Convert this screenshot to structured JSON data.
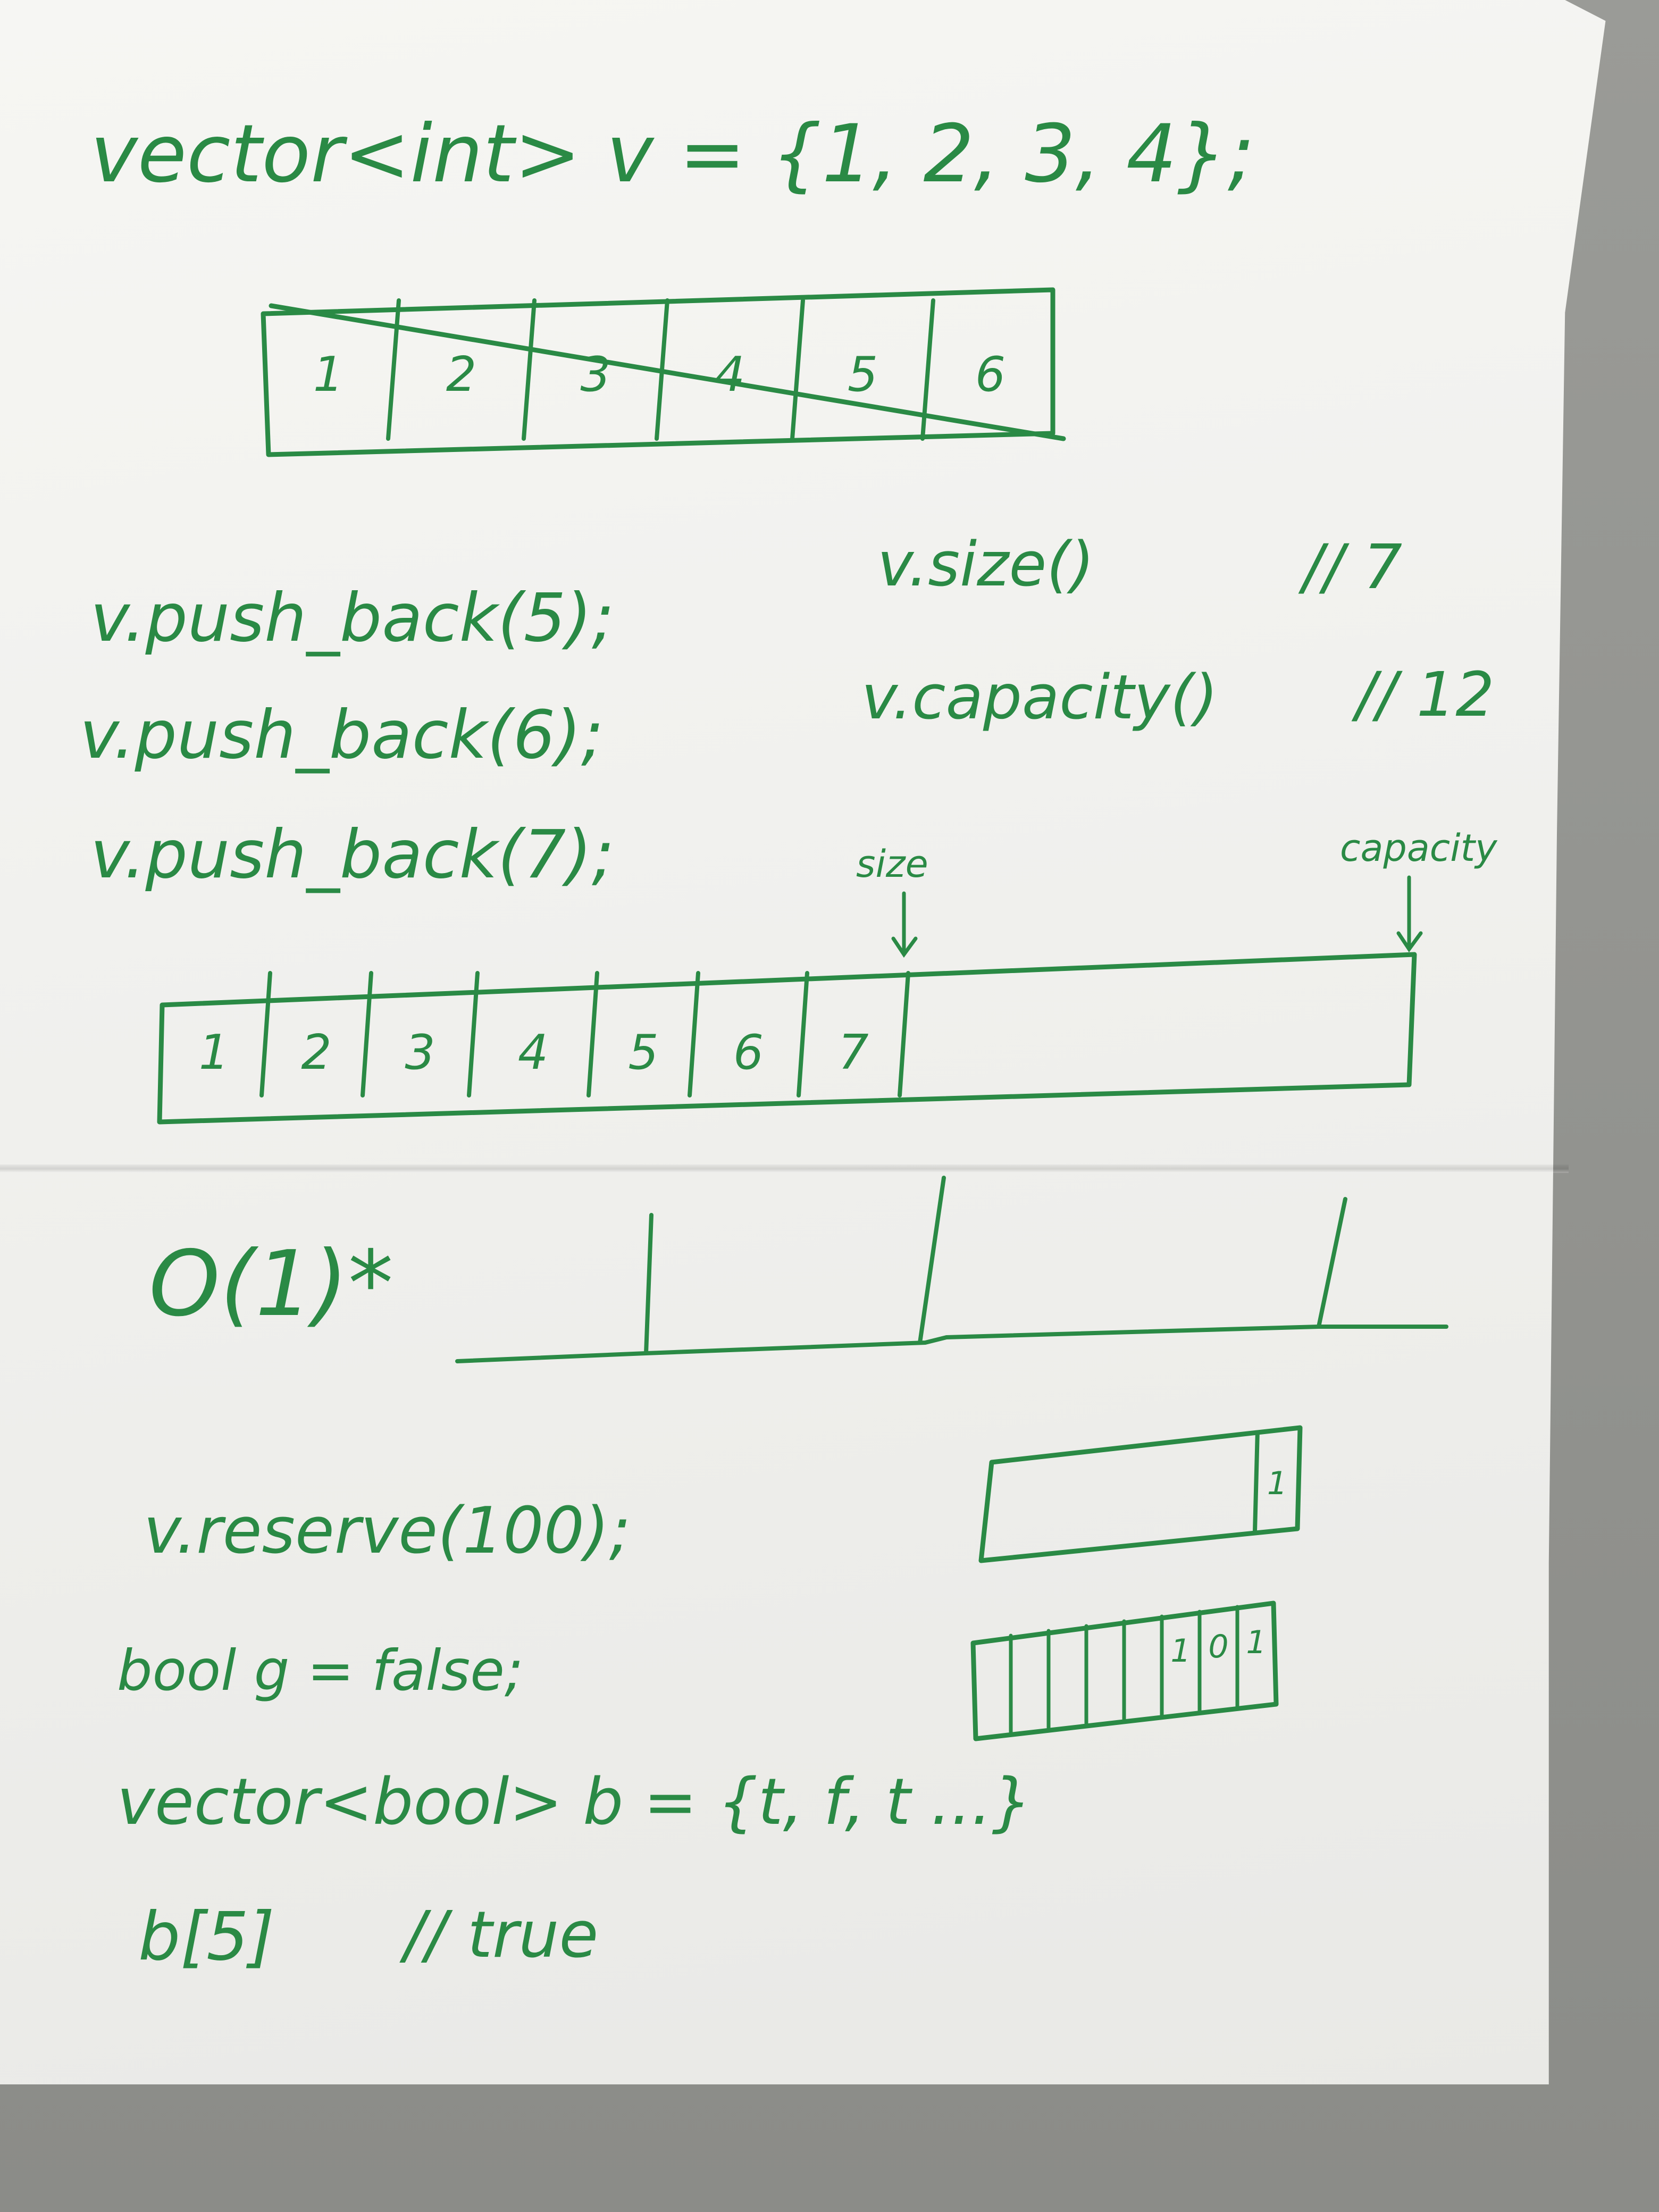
{
  "code": {
    "vector_decl": "vector<int> v = {1, 2, 3, 4};",
    "push_5": "v.push_back(5);",
    "push_6": "v.push_back(6);",
    "push_7": "v.push_back(7);",
    "size_call": "v.size()",
    "size_comment": "// 7",
    "capacity_call": "v.capacity()",
    "capacity_comment": "// 12",
    "complexity": "O(1)*",
    "reserve_call": "v.reserve(100);",
    "bool_decl": "bool g = false;",
    "vector_bool_decl": "vector<bool> b = {t, f, t ...}",
    "index_expr": "b[5]",
    "index_comment": "// true"
  },
  "array_old": {
    "cells": [
      "1",
      "2",
      "3",
      "4",
      "5",
      "6"
    ],
    "state": "crossed out"
  },
  "array_new": {
    "cells": [
      "1",
      "2",
      "3",
      "4",
      "5",
      "6",
      "7"
    ],
    "size_label": "size",
    "capacity_label": "capacity",
    "size": 7,
    "capacity": 12
  },
  "bool_box": {
    "cells": [
      "1"
    ]
  },
  "bit_array": {
    "cells": [
      "",
      "",
      "",
      "",
      "",
      "1",
      "0",
      "1"
    ]
  },
  "colors": {
    "ink": "#2a8a45",
    "paper": "#f2f2ef",
    "background": "#8e8f8c"
  }
}
